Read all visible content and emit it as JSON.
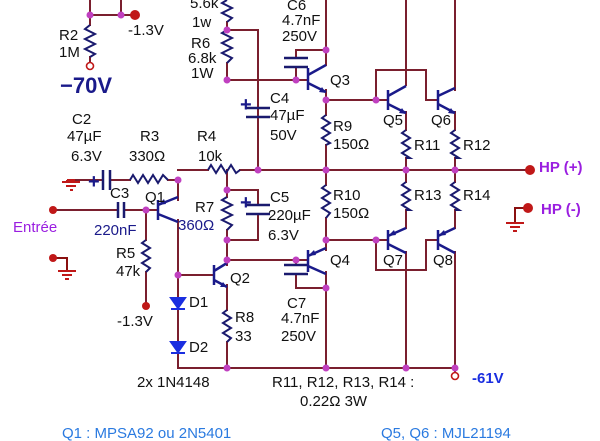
{
  "title": "Amplifier schematic",
  "voltages": {
    "minus70": "−70V",
    "minus1_3_top": "-1.3V",
    "minus1_3_bottom": "-1.3V",
    "minus61": "-61V"
  },
  "io": {
    "input": "Entrée",
    "hp_plus": "HP (+)",
    "hp_minus": "HP (-)"
  },
  "components": {
    "R2": {
      "name": "R2",
      "value": "1M"
    },
    "R5top": {
      "value": "5.6k",
      "power": "1w"
    },
    "R6": {
      "name": "R6",
      "value": "6.8k",
      "power": "1W"
    },
    "C6": {
      "name": "C6",
      "value": "4.7nF",
      "voltage": "250V"
    },
    "Q3": {
      "name": "Q3"
    },
    "C4": {
      "name": "C4",
      "value": "47µF",
      "voltage": "50V"
    },
    "C2": {
      "name": "C2",
      "value": "47µF",
      "voltage": "6.3V"
    },
    "R3": {
      "name": "R3",
      "value": "330Ω"
    },
    "R4": {
      "name": "R4",
      "value": "10k"
    },
    "R9": {
      "name": "R9",
      "value": "150Ω"
    },
    "Q5": {
      "name": "Q5"
    },
    "Q6": {
      "name": "Q6"
    },
    "R11": {
      "name": "R11"
    },
    "R12": {
      "name": "R12"
    },
    "C3": {
      "name": "C3",
      "value": "220nF"
    },
    "Q1": {
      "name": "Q1"
    },
    "R7": {
      "name": "R7",
      "value": "360Ω"
    },
    "C5": {
      "name": "C5",
      "value": "220µF",
      "voltage": "6.3V"
    },
    "R10": {
      "name": "R10",
      "value": "150Ω"
    },
    "R13": {
      "name": "R13"
    },
    "R14": {
      "name": "R14"
    },
    "R5": {
      "name": "R5",
      "value": "47k"
    },
    "Q2": {
      "name": "Q2"
    },
    "Q4": {
      "name": "Q4"
    },
    "Q7": {
      "name": "Q7"
    },
    "Q8": {
      "name": "Q8"
    },
    "D1": {
      "name": "D1"
    },
    "D2": {
      "name": "D2"
    },
    "R8": {
      "name": "R8",
      "value": "33"
    },
    "C7": {
      "name": "C7",
      "value": "4.7nF",
      "voltage": "250V"
    }
  },
  "notes": {
    "diodes": "2x 1N4148",
    "emitter_resistors": "R11, R12, R13, R14 :",
    "emitter_resistors_value": "0.22Ω 3W",
    "q1_part": "Q1 : MPSA92 ou 2N5401",
    "q5q6_part": "Q5, Q6 : MJL21194"
  }
}
